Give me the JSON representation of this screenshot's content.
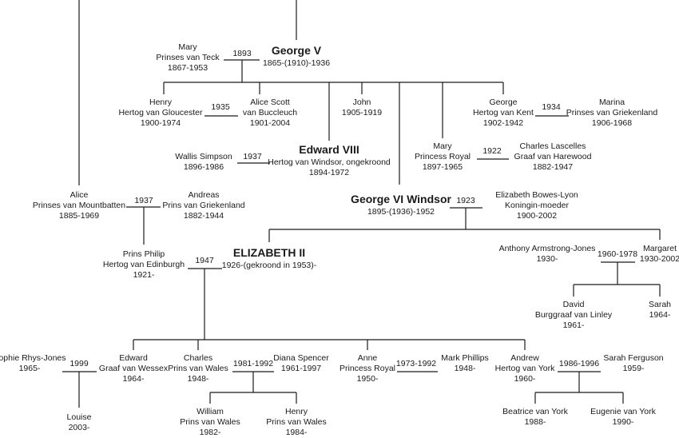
{
  "persons": {
    "mary_teck": {
      "name": "Mary",
      "lines": [
        "Prinses van Teck",
        "1867-1953"
      ]
    },
    "george5": {
      "name": "George V",
      "lines": [
        "1865-(1910)-1936"
      ]
    },
    "henry": {
      "name": "Henry",
      "lines": [
        "Hertog van Gloucester",
        "1900-1974"
      ]
    },
    "alice_scott": {
      "name": "Alice Scott",
      "lines": [
        "van Buccleuch",
        "1901-2004"
      ]
    },
    "john": {
      "name": "John",
      "lines": [
        "1905-1919"
      ]
    },
    "george_kent": {
      "name": "George",
      "lines": [
        "Hertog van Kent",
        "1902-1942"
      ]
    },
    "marina": {
      "name": "Marina",
      "lines": [
        "Prinses van Griekenland",
        "1906-1968"
      ]
    },
    "wallis": {
      "name": "Wallis Simpson",
      "lines": [
        "1896-1986"
      ]
    },
    "edward8": {
      "name": "Edward VIII",
      "lines": [
        "Hertog van Windsor, ongekroond",
        "1894-1972"
      ]
    },
    "mary_pr": {
      "name": "Mary",
      "lines": [
        "Princess Royal",
        "1897-1965"
      ]
    },
    "lascelles": {
      "name": "Charles Lascelles",
      "lines": [
        "Graaf van Harewood",
        "1882-1947"
      ]
    },
    "alice_mb": {
      "name": "Alice",
      "lines": [
        "Prinses van Mountbatten",
        "1885-1969"
      ]
    },
    "andreas": {
      "name": "Andreas",
      "lines": [
        "Prins van Griekenland",
        "1882-1944"
      ]
    },
    "george6": {
      "name": "George VI Windsor",
      "lines": [
        "1895-(1936)-1952"
      ]
    },
    "elizabeth_bl": {
      "name": "Elizabeth Bowes-Lyon",
      "lines": [
        "Koningin-moeder",
        "1900-2002"
      ]
    },
    "philip": {
      "name": "Prins Philip",
      "lines": [
        "Hertog van Edinburgh",
        "1921-"
      ]
    },
    "elizabeth2": {
      "name": "ELIZABETH II",
      "lines": [
        "1926-(gekroond in 1953)-"
      ]
    },
    "armstrong": {
      "name": "Anthony Armstrong-Jones",
      "lines": [
        "1930-"
      ]
    },
    "margaret": {
      "name": "Margaret",
      "lines": [
        "1930-2002"
      ]
    },
    "david": {
      "name": "David",
      "lines": [
        "Burggraaf van Linley",
        "1961-"
      ]
    },
    "sarah": {
      "name": "Sarah",
      "lines": [
        "1964-"
      ]
    },
    "sophie": {
      "name": "Sophie Rhys-Jones",
      "lines": [
        "1965-"
      ]
    },
    "edward": {
      "name": "Edward",
      "lines": [
        "Graaf van Wessex",
        "1964-"
      ]
    },
    "charles": {
      "name": "Charles",
      "lines": [
        "Prins van Wales",
        "1948-"
      ]
    },
    "diana": {
      "name": "Diana Spencer",
      "lines": [
        "1961-1997"
      ]
    },
    "anne": {
      "name": "Anne",
      "lines": [
        "Princess Royal",
        "1950-"
      ]
    },
    "phillips": {
      "name": "Mark Phillips",
      "lines": [
        "1948-"
      ]
    },
    "andrew": {
      "name": "Andrew",
      "lines": [
        "Hertog van York",
        "1960-"
      ]
    },
    "ferguson": {
      "name": "Sarah Ferguson",
      "lines": [
        "1959-"
      ]
    },
    "louise": {
      "name": "Louise",
      "lines": [
        "2003-"
      ]
    },
    "william": {
      "name": "William",
      "lines": [
        "Prins van Wales",
        "1982-"
      ]
    },
    "henry_w": {
      "name": "Henry",
      "lines": [
        "Prins van Wales",
        "1984-"
      ]
    },
    "beatrice": {
      "name": "Beatrice van York",
      "lines": [
        "1988-"
      ]
    },
    "eugenie": {
      "name": "Eugenie van York",
      "lines": [
        "1990-"
      ]
    }
  },
  "marriages": {
    "george5_mary": "1893",
    "henry_alice": "1935",
    "george_marina": "1934",
    "edward_wallis": "1937",
    "mary_lascelles": "1922",
    "alice_andreas": "1937",
    "george6_elizabeth": "1923",
    "elizabeth_philip": "1947",
    "margaret_armstrong": "1960-1978",
    "edward_sophie": "1999",
    "charles_diana": "1981-1992",
    "anne_phillips": "1973-1992",
    "andrew_ferguson": "1986-1996"
  },
  "style": {
    "line_color": "#1a1a1a",
    "text_color": "#1a1a1a"
  }
}
